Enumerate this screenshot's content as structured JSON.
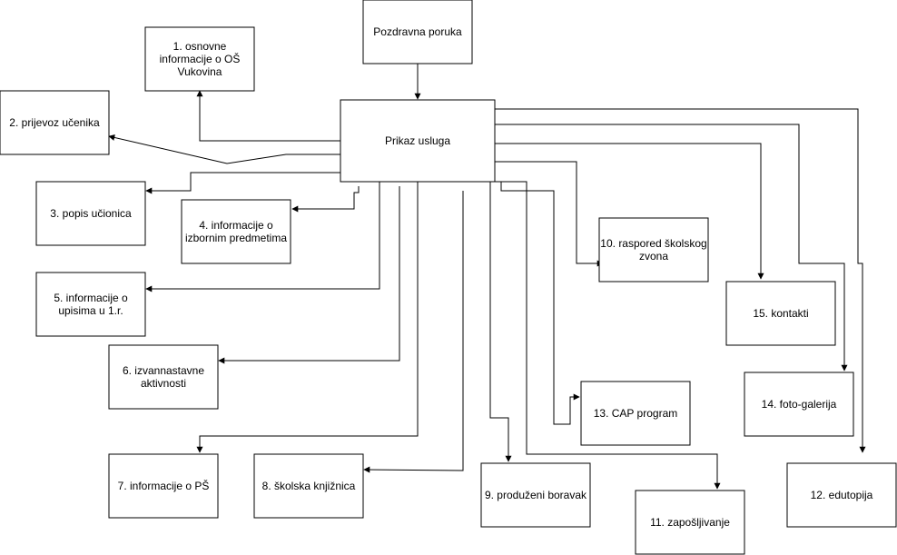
{
  "diagram": {
    "colors": {
      "root_fill": "#fff2cc",
      "root_stroke": "#d6b656",
      "hub_fill": "#f8cecc",
      "hub_stroke": "#b85450",
      "node_fill": "#ffffff",
      "line": "#000000"
    },
    "nodes": {
      "root": {
        "lines": [
          "Pozdravna poruka"
        ]
      },
      "hub": {
        "lines": [
          "Prikaz usluga"
        ]
      },
      "n1": {
        "lines": [
          "1. osnovne",
          "informacije o OŠ",
          "Vukovina"
        ]
      },
      "n2": {
        "lines": [
          "2. prijevoz učenika"
        ]
      },
      "n3": {
        "lines": [
          "3. popis učionica"
        ]
      },
      "n4": {
        "lines": [
          "4. informacije o",
          "izbornim predmetima"
        ]
      },
      "n5": {
        "lines": [
          "5. informacije o",
          "upisima u 1.r."
        ]
      },
      "n6": {
        "lines": [
          "6. izvannastavne",
          "aktivnosti"
        ]
      },
      "n7": {
        "lines": [
          "7. informacije o PŠ"
        ]
      },
      "n8": {
        "lines": [
          "8. školska knjižnica"
        ]
      },
      "n9": {
        "lines": [
          "9. produženi boravak"
        ]
      },
      "n10": {
        "lines": [
          "10. raspored školskog",
          "zvona"
        ]
      },
      "n11": {
        "lines": [
          "11. zapošljivanje"
        ]
      },
      "n12": {
        "lines": [
          "12. edutopija"
        ]
      },
      "n13": {
        "lines": [
          "13. CAP program"
        ]
      },
      "n14": {
        "lines": [
          "14. foto-galerija"
        ]
      },
      "n15": {
        "lines": [
          "15. kontakti"
        ]
      }
    },
    "edges": [
      {
        "from": "root",
        "to": "hub"
      },
      {
        "from": "hub",
        "to": "n1"
      },
      {
        "from": "hub",
        "to": "n2"
      },
      {
        "from": "hub",
        "to": "n3"
      },
      {
        "from": "hub",
        "to": "n4"
      },
      {
        "from": "hub",
        "to": "n5"
      },
      {
        "from": "hub",
        "to": "n6"
      },
      {
        "from": "hub",
        "to": "n7"
      },
      {
        "from": "hub",
        "to": "n8"
      },
      {
        "from": "hub",
        "to": "n9"
      },
      {
        "from": "hub",
        "to": "n10"
      },
      {
        "from": "hub",
        "to": "n11"
      },
      {
        "from": "hub",
        "to": "n12"
      },
      {
        "from": "hub",
        "to": "n13"
      },
      {
        "from": "hub",
        "to": "n14"
      },
      {
        "from": "hub",
        "to": "n15"
      }
    ]
  }
}
